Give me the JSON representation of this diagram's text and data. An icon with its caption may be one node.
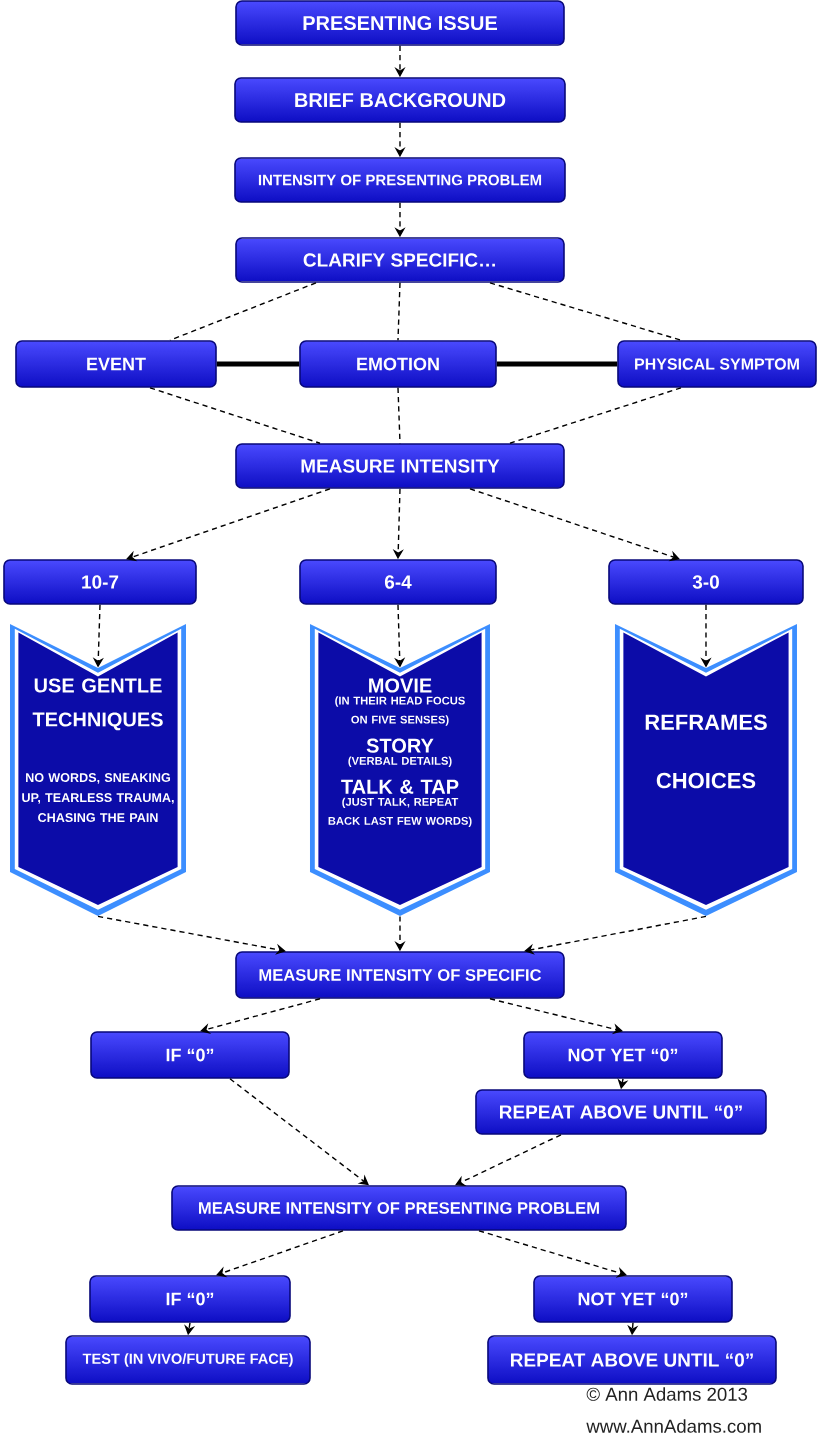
{
  "diagram": {
    "nodes": [
      {
        "text": [
          "PRESENTING ISSUE"
        ]
      },
      {
        "text": [
          "BRIEF BACKGROUND"
        ]
      },
      {
        "text": [
          "INTENSITY OF PRESENTING PROBLEM"
        ]
      },
      {
        "text": [
          "CLARIFY SPECIFIC…"
        ]
      },
      {
        "text": [
          "EVENT"
        ]
      },
      {
        "text": [
          "EMOTION"
        ]
      },
      {
        "text": [
          "PHYSICAL SYMPTOM"
        ]
      },
      {
        "text": [
          "MEASURE INTENSITY"
        ]
      },
      {
        "text": [
          "10-7"
        ]
      },
      {
        "text": [
          "6-4"
        ]
      },
      {
        "text": [
          "3-0"
        ]
      },
      {
        "text": [
          "USE GENTLE TECHNIQUES",
          "NO WORDS, SNEAKING UP, TEARLESS TRAUMA, CHASING THE PAIN"
        ]
      },
      {
        "text": [
          "MOVIE",
          "(IN THEIR HEAD FOCUS ON FIVE SENSES)",
          "STORY",
          "(VERBAL DETAILS)",
          "TALK & TAP",
          "(JUST TALK, REPEAT BACK LAST FEW WORDS)"
        ]
      },
      {
        "text": [
          "REFRAMES",
          "CHOICES"
        ]
      },
      {
        "text": [
          "MEASURE INTENSITY OF SPECIFIC"
        ]
      },
      {
        "text": [
          "IF “0”"
        ]
      },
      {
        "text": [
          "NOT YET “0”"
        ]
      },
      {
        "text": [
          "REPEAT ABOVE UNTIL “0”"
        ]
      },
      {
        "text": [
          "MEASURE INTENSITY OF PRESENTING PROBLEM"
        ]
      },
      {
        "text": [
          "IF “0”"
        ]
      },
      {
        "text": [
          "NOT YET “0”"
        ]
      },
      {
        "text": [
          "TEST (IN VIVO/FUTURE FACE)"
        ]
      },
      {
        "text": [
          "REPEAT ABOVE UNTIL “0”"
        ]
      }
    ],
    "edges": [
      {
        "from": 0,
        "to": 1,
        "arrow": "to",
        "style": "dashed"
      },
      {
        "from": 1,
        "to": 2,
        "arrow": "to",
        "style": "dashed"
      },
      {
        "from": 2,
        "to": 3,
        "arrow": "to",
        "style": "dashed"
      },
      {
        "from": 3,
        "to": 4,
        "arrow": "none",
        "style": "dashed"
      },
      {
        "from": 3,
        "to": 5,
        "arrow": "none",
        "style": "dashed"
      },
      {
        "from": 3,
        "to": 6,
        "arrow": "none",
        "style": "dashed"
      },
      {
        "from": 4,
        "to": 5,
        "arrow": "none",
        "style": "thick"
      },
      {
        "from": 5,
        "to": 6,
        "arrow": "none",
        "style": "thick"
      },
      {
        "from": 4,
        "to": 7,
        "arrow": "none",
        "style": "dashed"
      },
      {
        "from": 5,
        "to": 7,
        "arrow": "none",
        "style": "dashed"
      },
      {
        "from": 6,
        "to": 7,
        "arrow": "none",
        "style": "dashed"
      },
      {
        "from": 7,
        "to": 8,
        "arrow": "to",
        "style": "dashed"
      },
      {
        "from": 7,
        "to": 9,
        "arrow": "to",
        "style": "dashed"
      },
      {
        "from": 7,
        "to": 10,
        "arrow": "to",
        "style": "dashed"
      },
      {
        "from": 8,
        "to": 11,
        "arrow": "to",
        "style": "dashed"
      },
      {
        "from": 9,
        "to": 12,
        "arrow": "to",
        "style": "dashed"
      },
      {
        "from": 10,
        "to": 13,
        "arrow": "to",
        "style": "dashed"
      },
      {
        "from": 11,
        "to": 14,
        "arrow": "to",
        "style": "dashed"
      },
      {
        "from": 12,
        "to": 14,
        "arrow": "to",
        "style": "dashed"
      },
      {
        "from": 13,
        "to": 14,
        "arrow": "to",
        "style": "dashed"
      },
      {
        "from": 14,
        "to": 15,
        "arrow": "to",
        "style": "dashed"
      },
      {
        "from": 14,
        "to": 16,
        "arrow": "to",
        "style": "dashed"
      },
      {
        "from": 16,
        "to": 17,
        "arrow": "to",
        "style": "dashed"
      },
      {
        "from": 15,
        "to": 18,
        "arrow": "to",
        "style": "dashed"
      },
      {
        "from": 17,
        "to": 18,
        "arrow": "to",
        "style": "dashed"
      },
      {
        "from": 18,
        "to": 19,
        "arrow": "to",
        "style": "dashed"
      },
      {
        "from": 18,
        "to": 20,
        "arrow": "to",
        "style": "dashed"
      },
      {
        "from": 19,
        "to": 21,
        "arrow": "to",
        "style": "dashed"
      },
      {
        "from": 20,
        "to": 22,
        "arrow": "to",
        "style": "dashed"
      }
    ],
    "labels": [
      "© Ann Adams 2013",
      "www.AnnAdams.com"
    ]
  }
}
